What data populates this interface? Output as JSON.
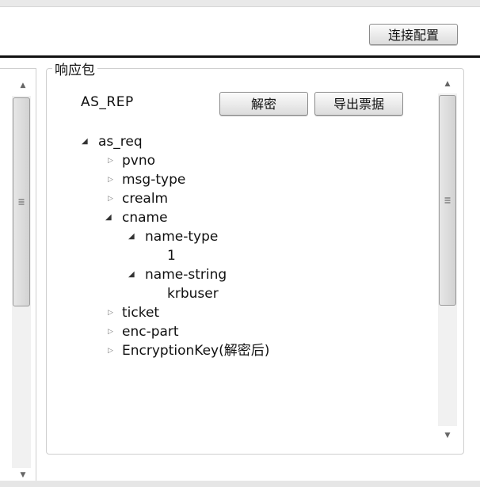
{
  "toolbar": {
    "connect_label": "连接配置"
  },
  "response": {
    "group_title": "响应包",
    "status": "AS_REP",
    "decrypt_label": "解密",
    "export_label": "导出票据"
  },
  "tree": {
    "root": "as_req",
    "pvno": "pvno",
    "msg_type": "msg-type",
    "crealm": "crealm",
    "cname": "cname",
    "name_type": "name-type",
    "name_type_value": "1",
    "name_string": "name-string",
    "name_string_value": "krbuser",
    "ticket": "ticket",
    "enc_part": "enc-part",
    "encryption_key": "EncryptionKey(解密后)"
  },
  "icons": {
    "expanded": "expanded-triangle-icon",
    "collapsed": "collapsed-triangle-icon",
    "scroll_up": "scroll-up-arrow-icon",
    "scroll_down": "scroll-down-arrow-icon",
    "grip": "scroll-grip-icon"
  }
}
